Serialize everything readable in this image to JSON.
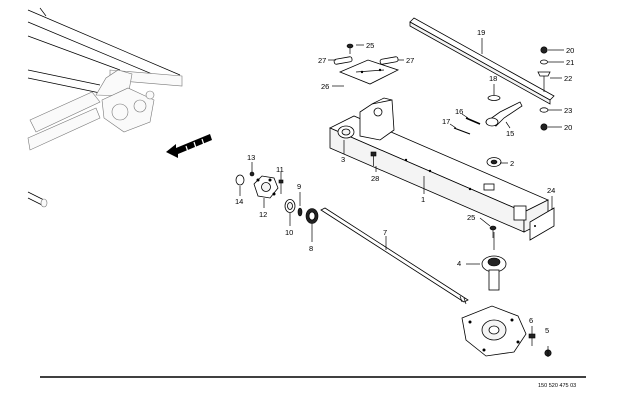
{
  "document_code": "150 520 475 03",
  "callouts": {
    "c1": "1",
    "c2": "2",
    "c3": "3",
    "c4": "4",
    "c5": "5",
    "c6": "6",
    "c7": "7",
    "c8": "8",
    "c9": "9",
    "c10": "10",
    "c11": "11",
    "c12": "12",
    "c13": "13",
    "c14": "14",
    "c15": "15",
    "c16": "16",
    "c17": "17",
    "c18": "18",
    "c19": "19",
    "c20a": "20",
    "c20b": "20",
    "c21": "21",
    "c22": "22",
    "c23": "23",
    "c24": "24",
    "c25a": "25",
    "c25b": "25",
    "c26": "26",
    "c27a": "27",
    "c27b": "27",
    "c28": "28"
  }
}
